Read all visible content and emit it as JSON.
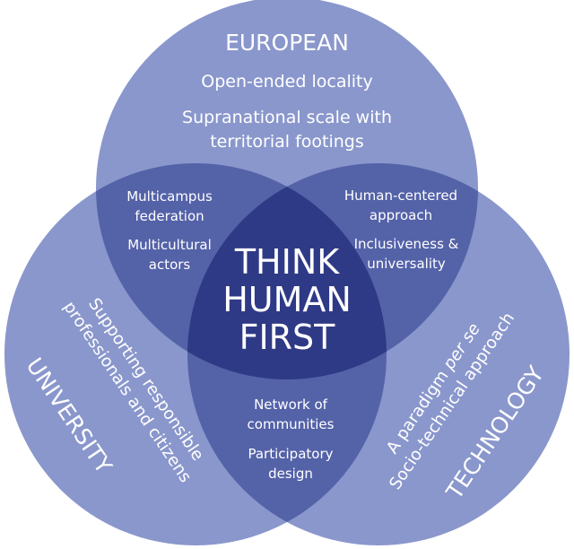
{
  "colors": {
    "circle": "#8a97cc",
    "pair_overlap": "#5462a8",
    "center_overlap": "#2f3a86",
    "text": "#ffffff",
    "background": "#ffffff"
  },
  "european": {
    "title": "EUROPEAN",
    "line1": "Open-ended locality",
    "line2": "Supranational scale with",
    "line3": "territorial footings"
  },
  "university_europe": {
    "line1": "Multicampus",
    "line2": "federation",
    "line3": "Multicultural",
    "line4": "actors"
  },
  "europe_technology": {
    "line1": "Human-centered",
    "line2": "approach",
    "line3": "Inclusiveness &",
    "line4": "universality"
  },
  "university_technology": {
    "line1": "Network of",
    "line2": "communities",
    "line3": "Participatory",
    "line4": "design"
  },
  "center": {
    "line1": "THINK",
    "line2": "HUMAN",
    "line3": "FIRST"
  },
  "university": {
    "title": "UNIVERSITY",
    "line1": "Supporting responsible",
    "line2": "professionals and citizens"
  },
  "technology": {
    "title": "TECHNOLOGY",
    "line1_prefix": "A paradigm ",
    "line1_italic": "per se",
    "line2": "Socio-technical approach"
  }
}
